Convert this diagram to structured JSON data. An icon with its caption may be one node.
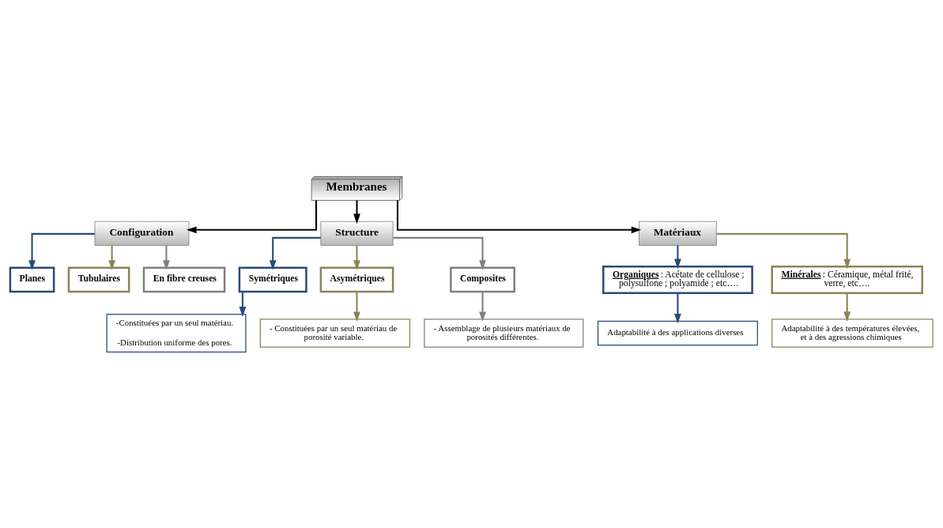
{
  "diagram": {
    "nodes": [
      {
        "text": [
          "Membranes"
        ]
      },
      {
        "text": [
          "Configuration"
        ]
      },
      {
        "text": [
          "Structure"
        ]
      },
      {
        "text": [
          "Matériaux"
        ]
      },
      {
        "text": [
          "Planes"
        ]
      },
      {
        "text": [
          "Tubulaires"
        ]
      },
      {
        "text": [
          "En fibre creuses"
        ]
      },
      {
        "text": [
          "Symétriques"
        ]
      },
      {
        "text": [
          "Asymétriques"
        ]
      },
      {
        "text": [
          "Composites"
        ]
      },
      {
        "text": [
          "- Assemblage de plusieurs matériaux de porosités différentes."
        ]
      },
      {
        "text": [
          "- Constituées par un seul matériau de porosité variable."
        ]
      },
      {
        "text": [
          "-Constituées par un seul matériau.",
          "-Distribution uniforme des pores."
        ]
      },
      {
        "text": [
          "**Organiques** : Acétate de cellulose ; polysulfone ; polyamide ; etc…."
        ]
      },
      {
        "text": [
          "Adaptabilité à des applications diverses"
        ]
      },
      {
        "text": [
          "**Minérales** : Céramique, métal frité, verre, etc…."
        ]
      },
      {
        "text": [
          "Adaptabilité à des températures élevées, et à des agressions chimiques"
        ]
      }
    ],
    "edges": [
      {
        "from": 0,
        "to": 1,
        "arrow": "to",
        "color": "#000000"
      },
      {
        "from": 0,
        "to": 2,
        "arrow": "to",
        "color": "#000000"
      },
      {
        "from": 0,
        "to": 3,
        "arrow": "to",
        "color": "#000000"
      },
      {
        "from": 1,
        "to": 4,
        "arrow": "to",
        "color": "#2a4a7a"
      },
      {
        "from": 1,
        "to": 5,
        "arrow": "to",
        "color": "#8b8458"
      },
      {
        "from": 1,
        "to": 6,
        "arrow": "to",
        "color": "#808080"
      },
      {
        "from": 2,
        "to": 7,
        "arrow": "to",
        "color": "#2a4a7a"
      },
      {
        "from": 2,
        "to": 8,
        "arrow": "to",
        "color": "#8b8458"
      },
      {
        "from": 2,
        "to": 9,
        "arrow": "to",
        "color": "#808080"
      },
      {
        "from": 9,
        "to": 10,
        "arrow": "to",
        "color": "#808080"
      },
      {
        "from": 8,
        "to": 11,
        "arrow": "to",
        "color": "#8b8458"
      },
      {
        "from": 7,
        "to": 12,
        "arrow": "to",
        "color": "#2a4a7a"
      },
      {
        "from": 3,
        "to": 13,
        "arrow": "to",
        "color": "#2a4a7a"
      },
      {
        "from": 13,
        "to": 14,
        "arrow": "to",
        "color": "#2a4a7a"
      },
      {
        "from": 3,
        "to": 15,
        "arrow": "to",
        "color": "#8b8458"
      },
      {
        "from": 15,
        "to": 16,
        "arrow": "to",
        "color": "#8b8458"
      }
    ]
  }
}
